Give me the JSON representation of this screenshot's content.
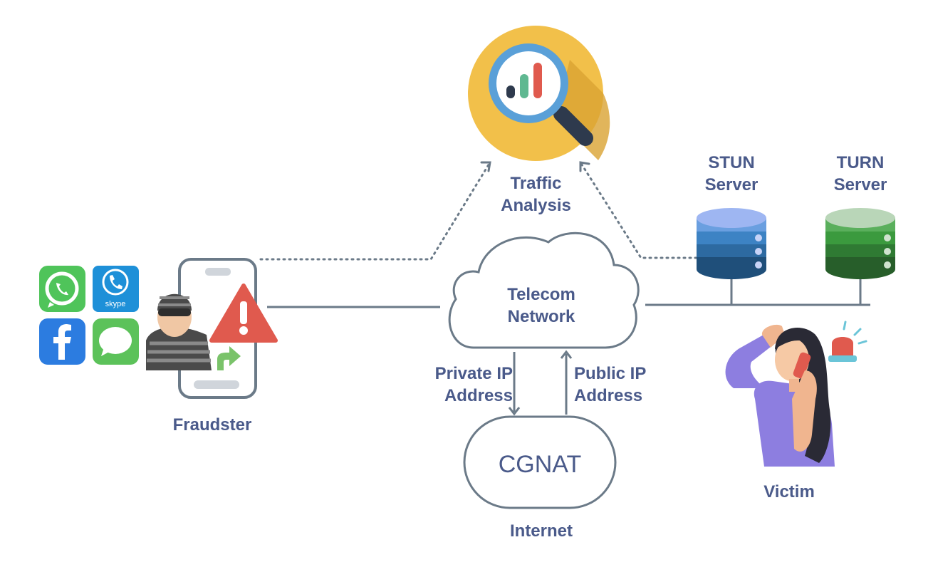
{
  "labels": {
    "traffic_analysis": [
      "Traffic",
      "Analysis"
    ],
    "stun_server": [
      "STUN",
      "Server"
    ],
    "turn_server": [
      "TURN",
      "Server"
    ],
    "telecom_network": [
      "Telecom",
      "Network"
    ],
    "private_ip": [
      "Private IP",
      "Address"
    ],
    "public_ip": [
      "Public IP",
      "Address"
    ],
    "cgnat": "CGNAT",
    "internet": "Internet",
    "fraudster": "Fraudster",
    "victim": "Victim",
    "skype_logo_text": "skype"
  },
  "colors": {
    "label_text": "#4a5a8a",
    "connector": "#6b7a88",
    "cloud_stroke": "#6b7a88",
    "traffic_circle": "#f2c04a",
    "stun_server": "#3a7bbf",
    "turn_server": "#3b9a3e",
    "warning": "#e05a4e",
    "victim_shirt": "#8d7ee0"
  },
  "icons": [
    "whatsapp-icon",
    "skype-icon",
    "facebook-icon",
    "messages-icon",
    "magnifier-icon",
    "server-icon",
    "alarm-icon"
  ]
}
